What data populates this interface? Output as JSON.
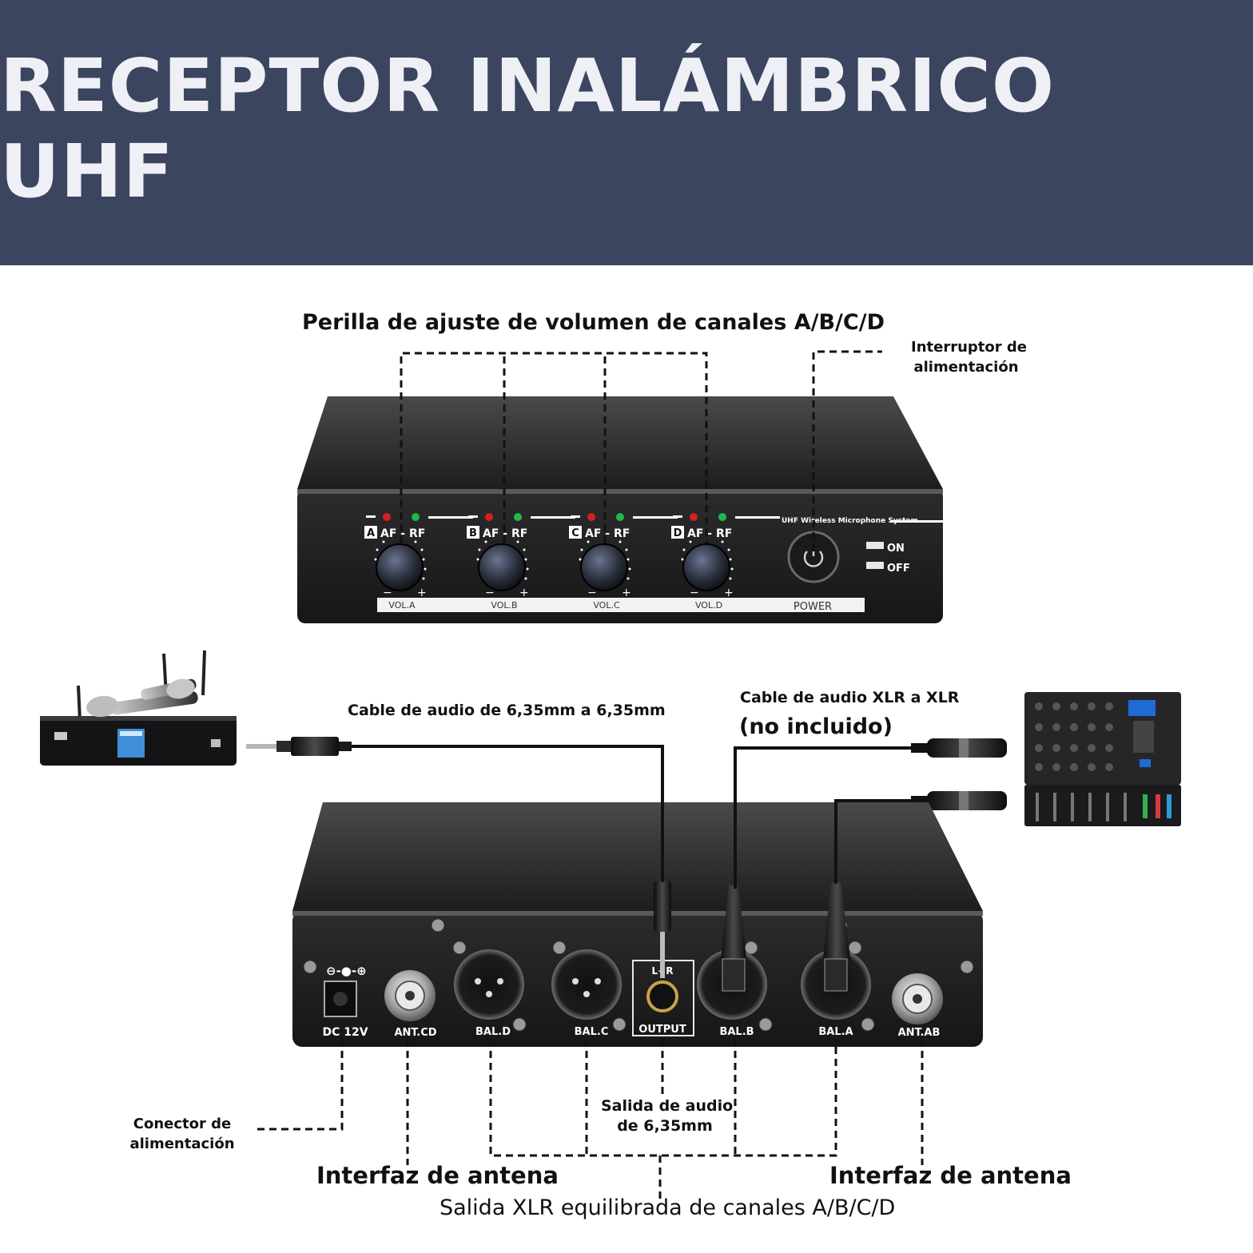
{
  "banner": {
    "title": "RECEPTOR INALÁMBRICO UHF"
  },
  "front_panel": {
    "brand_text": "UHF Wireless Microphone System",
    "channels": [
      {
        "letter": "A",
        "af_rf": "AF - RF",
        "vol_label": "VOL.A"
      },
      {
        "letter": "B",
        "af_rf": "AF - RF",
        "vol_label": "VOL.B"
      },
      {
        "letter": "C",
        "af_rf": "AF - RF",
        "vol_label": "VOL.C"
      },
      {
        "letter": "D",
        "af_rf": "AF - RF",
        "vol_label": "VOL.D"
      }
    ],
    "minus": "−",
    "plus": "+",
    "power_label": "POWER",
    "on_label": "ON",
    "off_label": "OFF"
  },
  "rear_panel": {
    "dc_label": "DC 12V",
    "ant_cd_label": "ANT.CD",
    "bal_d_label": "BAL.D",
    "bal_c_label": "BAL.C",
    "output_jack_label": "L+R",
    "output_label": "OUTPUT",
    "bal_b_label": "BAL.B",
    "bal_a_label": "BAL.A",
    "ant_ab_label": "ANT.AB",
    "polarity_symbol": "⊖-●-⊕"
  },
  "callouts": {
    "volume_knobs": "Perilla de ajuste de volumen de canales A/B/C/D",
    "power_switch_line1": "Interruptor de",
    "power_switch_line2": "alimentación",
    "cable_635": "Cable de audio de 6,35mm a 6,35mm",
    "cable_xlr": "Cable de audio XLR a XLR",
    "not_included": "(no incluido)",
    "power_connector_line1": "Conector de",
    "power_connector_line2": "alimentación",
    "audio_out_line1": "Salida de audio",
    "audio_out_line2": "de 6,35mm",
    "antenna_left": "Interfaz de antena",
    "antenna_right": "Interfaz de antena",
    "xlr_out": "Salida XLR equilibrada de canales A/B/C/D"
  },
  "colors": {
    "banner": "#3b455f",
    "banner_text": "#eef0f5",
    "device_body": "#1f1f21",
    "led_red": "#d42020",
    "led_green": "#22b84a"
  }
}
